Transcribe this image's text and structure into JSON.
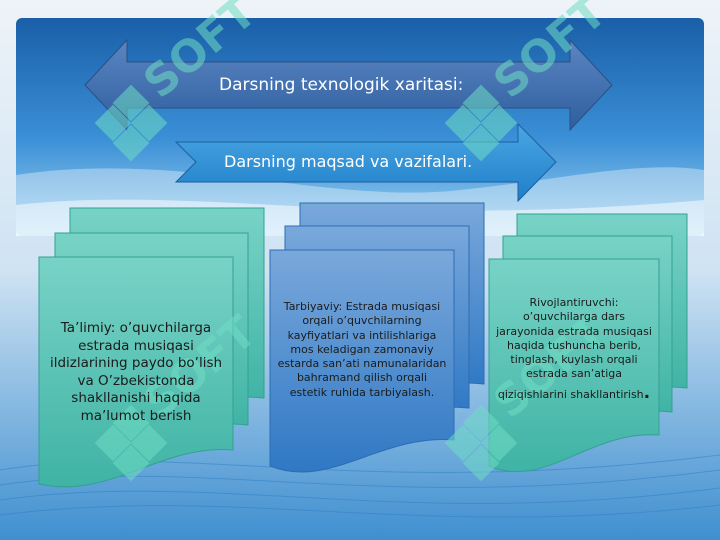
{
  "slide": {
    "title": "Darsning texnologik xaritasi:",
    "subtitle": "Darsning maqsad va vazifalari.",
    "cards": [
      {
        "text": "Ta’limiy: o’quvchilarga estrada musiqasi ildizlarining paydo bo’lish va O’zbekistonda shakllanishi haqida ma’lumot berish"
      },
      {
        "text": "Tarbiyaviy: Estrada musiqasi orqali o’quvchilarning kayfiyatlari va intilishlariga mos keladigan zamonaviy estarda san’ati namunalaridan bahramand qilish orqali estetik ruhida tarbiyalash."
      },
      {
        "text": "Rivojlantiruvchi: o’quvchilarga dars jarayonida estrada musiqasi haqida tushuncha berib, tinglash, kuylash orqali estrada san’atiga qiziqishlarini shakllantirish",
        "tail": "."
      }
    ]
  },
  "watermark": {
    "label": "SOFT",
    "icon": "soft-logo-icon"
  },
  "colors": {
    "banner_top": "#1a5fa8",
    "banner_bottom": "#7ec3ee",
    "title_arrow": "#3e6fb0",
    "subtitle_arrow": "#2c8fd6",
    "card_teal": "#5cc3b3",
    "card_blue": "#5e93d0",
    "watermark": "#6fdcc4"
  }
}
